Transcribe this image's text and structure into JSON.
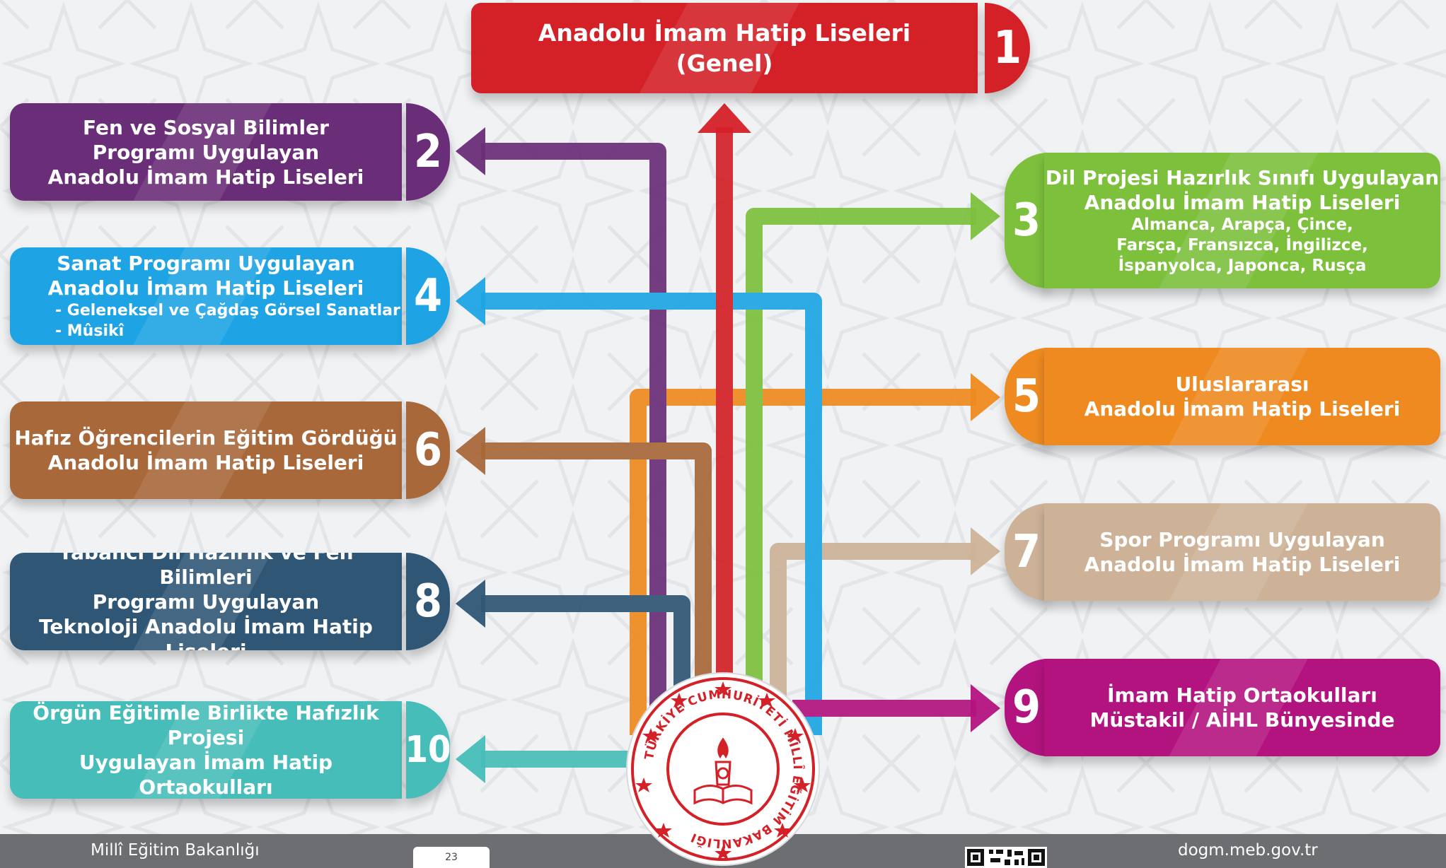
{
  "nodes": [
    {
      "num": "1",
      "lines": [
        "Anadolu İmam Hatip Liseleri",
        "(Genel)"
      ],
      "color": "#d42027"
    },
    {
      "num": "2",
      "lines": [
        "Fen ve Sosyal Bilimler",
        "Programı Uygulayan",
        "Anadolu İmam Hatip Liseleri"
      ],
      "color": "#6a2d78"
    },
    {
      "num": "3",
      "lines": [
        "Dil Projesi Hazırlık Sınıfı Uygulayan",
        "Anadolu İmam Hatip Liseleri"
      ],
      "sublines": [
        "Almanca, Arapça, Çince,",
        "Farsça, Fransızca, İngilizce,",
        "İspanyolca, Japonca, Rusça"
      ],
      "color": "#7cc03c"
    },
    {
      "num": "4",
      "lines": [
        "Sanat Programı Uygulayan",
        "Anadolu İmam Hatip Liseleri"
      ],
      "sublines": [
        "- Geleneksel ve Çağdaş Görsel Sanatlar",
        "- Mûsikî"
      ],
      "color": "#1ea4e4"
    },
    {
      "num": "5",
      "lines": [
        "Uluslararası",
        "Anadolu İmam Hatip Liseleri"
      ],
      "color": "#ee8a20"
    },
    {
      "num": "6",
      "lines": [
        "Hafız Öğrencilerin Eğitim Gördüğü",
        "Anadolu İmam Hatip Liseleri"
      ],
      "color": "#a8683a"
    },
    {
      "num": "7",
      "lines": [
        "Spor Programı Uygulayan",
        "Anadolu İmam Hatip Liseleri"
      ],
      "color": "#cdb298"
    },
    {
      "num": "8",
      "lines": [
        "Yabancı Dil Hazırlık ve Fen Bilimleri",
        "Programı Uygulayan",
        "Teknoloji Anadolu İmam Hatip Liseleri"
      ],
      "color": "#2f5675"
    },
    {
      "num": "9",
      "lines": [
        "İmam Hatip Ortaokulları",
        "Müstakil / AİHL Bünyesinde"
      ],
      "color": "#b3137f"
    },
    {
      "num": "10",
      "lines": [
        "Örgün Eğitimle Birlikte Hafızlık Projesi",
        "Uygulayan İmam Hatip Ortaokulları"
      ],
      "color": "#47bdb9"
    }
  ],
  "seal": {
    "text": "TÜRKİYE CUMHURİYETİ MİLLÎ EĞİTİM BAKANLIĞI",
    "color": "#d42027"
  },
  "footer": {
    "left": "Millî Eğitim Bakanlığı",
    "logo": "23",
    "right": "dogm.meb.gov.tr",
    "bg": "#6d6e71"
  }
}
